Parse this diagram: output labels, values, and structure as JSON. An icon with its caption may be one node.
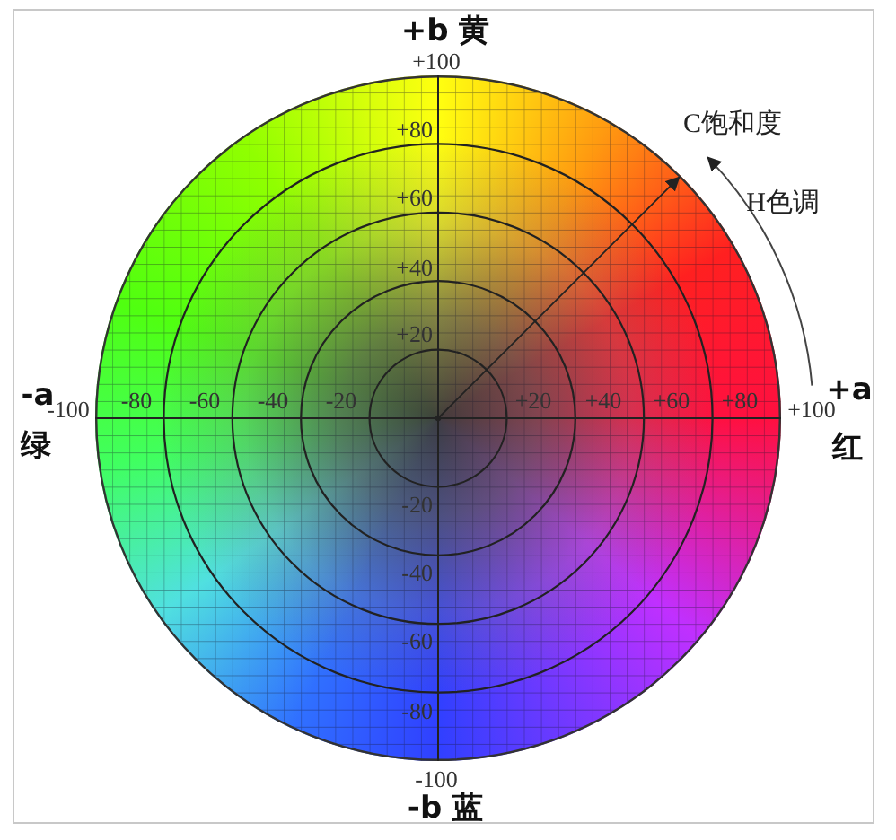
{
  "diagram": {
    "labels": [
      "+b 黄",
      "+100",
      "+80",
      "C饱和度",
      "+60",
      "H色调",
      "+40",
      "+20",
      "-a",
      "-100",
      "-80",
      "-60",
      "-40",
      "-20",
      "+20",
      "+40",
      "+60",
      "+80",
      "+100",
      "+a",
      "绿",
      "红",
      "-20",
      "-40",
      "-60",
      "-80",
      "-100",
      "-b 蓝"
    ]
  }
}
